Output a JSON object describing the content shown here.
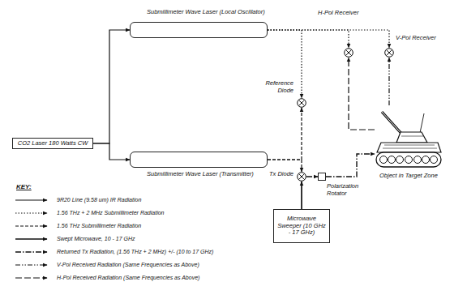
{
  "diagram": {
    "nodes": [
      {
        "text": [
          "CO2 Laser 180 Watts CW"
        ]
      },
      {
        "text": [
          "Submillimeter Wave Laser (Local Oscillator)"
        ]
      },
      {
        "text": [
          "Submillimeter Wave Laser (Transmitter)"
        ]
      },
      {
        "text": [
          "Reference Diode"
        ]
      },
      {
        "text": [
          "H-Pol Receiver"
        ]
      },
      {
        "text": [
          "V-Pol Receiver"
        ]
      },
      {
        "text": [
          "Tx Diode"
        ]
      },
      {
        "text": [
          "Polarization Rotator"
        ]
      },
      {
        "text": [
          "Microwave Sweeper (10 GHz - 17 GHz)"
        ]
      },
      {
        "text": [
          "Object in Target Zone"
        ]
      }
    ],
    "edges": [
      {
        "from": 0,
        "to": 1,
        "arrow": "to"
      },
      {
        "from": 0,
        "to": 2,
        "arrow": "to"
      },
      {
        "from": 1,
        "to": 4,
        "arrow": "to"
      },
      {
        "from": 1,
        "to": 5,
        "arrow": "to"
      },
      {
        "from": 1,
        "to": 3,
        "arrow": "to"
      },
      {
        "from": 2,
        "to": 3,
        "arrow": "to"
      },
      {
        "from": 2,
        "to": 6,
        "arrow": "to"
      },
      {
        "from": 8,
        "to": 6,
        "arrow": "to"
      },
      {
        "from": 6,
        "to": 7,
        "arrow": "to"
      },
      {
        "from": 7,
        "to": 9,
        "arrow": "to"
      },
      {
        "from": 9,
        "to": 4,
        "arrow": "to"
      },
      {
        "from": 9,
        "to": 5,
        "arrow": "to"
      }
    ],
    "labels": [
      "KEY:"
    ],
    "legend": [
      {
        "text": "9R20 Line (9.58 um) IR Radiation"
      },
      {
        "text": "1.56 THz + 2 MHz Submillimeter Radiation"
      },
      {
        "text": "1.56 THz Submillimeter Radiation"
      },
      {
        "text": "Swept Microwave, 10 - 17 GHz"
      },
      {
        "text": "Returned Tx Radiation, (1.56 THz + 2 MHz) +/- (10 to 17 GHz)"
      },
      {
        "text": "V-Pol Received Radiation (Same Frequencies as Above)"
      },
      {
        "text": "H-Pol Received Radiation (Same Frequencies as Above)"
      }
    ]
  }
}
